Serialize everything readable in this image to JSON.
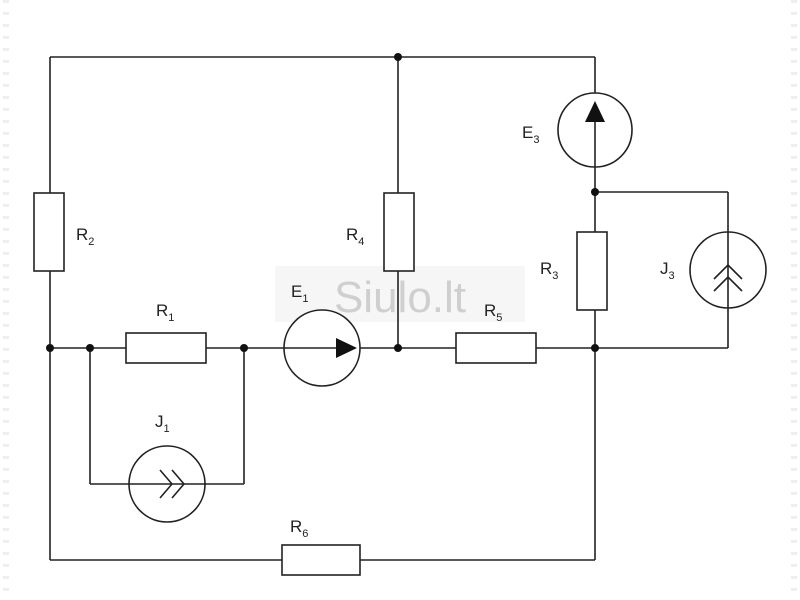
{
  "components": {
    "r1": {
      "name": "R",
      "sub": "1"
    },
    "r2": {
      "name": "R",
      "sub": "2"
    },
    "r3": {
      "name": "R",
      "sub": "3"
    },
    "r4": {
      "name": "R",
      "sub": "4"
    },
    "r5": {
      "name": "R",
      "sub": "5"
    },
    "r6": {
      "name": "R",
      "sub": "6"
    },
    "e1": {
      "name": "E",
      "sub": "1"
    },
    "e3": {
      "name": "E",
      "sub": "3"
    },
    "j1": {
      "name": "J",
      "sub": "1"
    },
    "j3": {
      "name": "J",
      "sub": "3"
    }
  },
  "watermark": {
    "text": "Siulo.lt"
  },
  "colors": {
    "line": "#222222",
    "watermark": "#cfcfcf",
    "background": "#ffffff"
  }
}
